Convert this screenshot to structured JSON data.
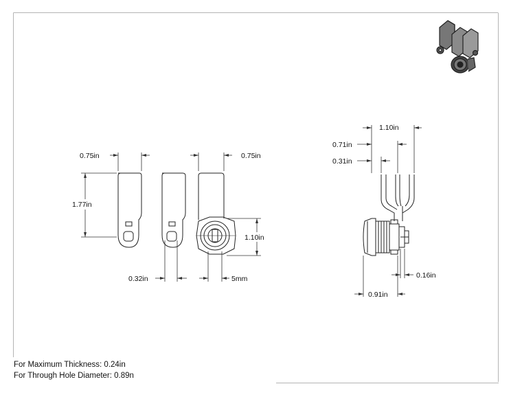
{
  "dimensions": {
    "left_width_a": "0.75in",
    "left_width_b": "0.75in",
    "left_height": "1.77in",
    "left_slot_offset": "0.32in",
    "left_nut_width": "5mm",
    "left_body_height": "1.10in",
    "right_overall_width": "1.10in",
    "right_offset_a": "0.71in",
    "right_offset_b": "0.31in",
    "right_depth": "0.91in",
    "right_tail": "0.16in"
  },
  "notes": {
    "max_thickness": "For Maximum Thickness: 0.24in",
    "hole_diameter": "For Through Hole Diameter: 0.89n"
  },
  "colors": {
    "frame": "#b4b4b4",
    "line": "#222222",
    "dim_line": "#333333"
  }
}
